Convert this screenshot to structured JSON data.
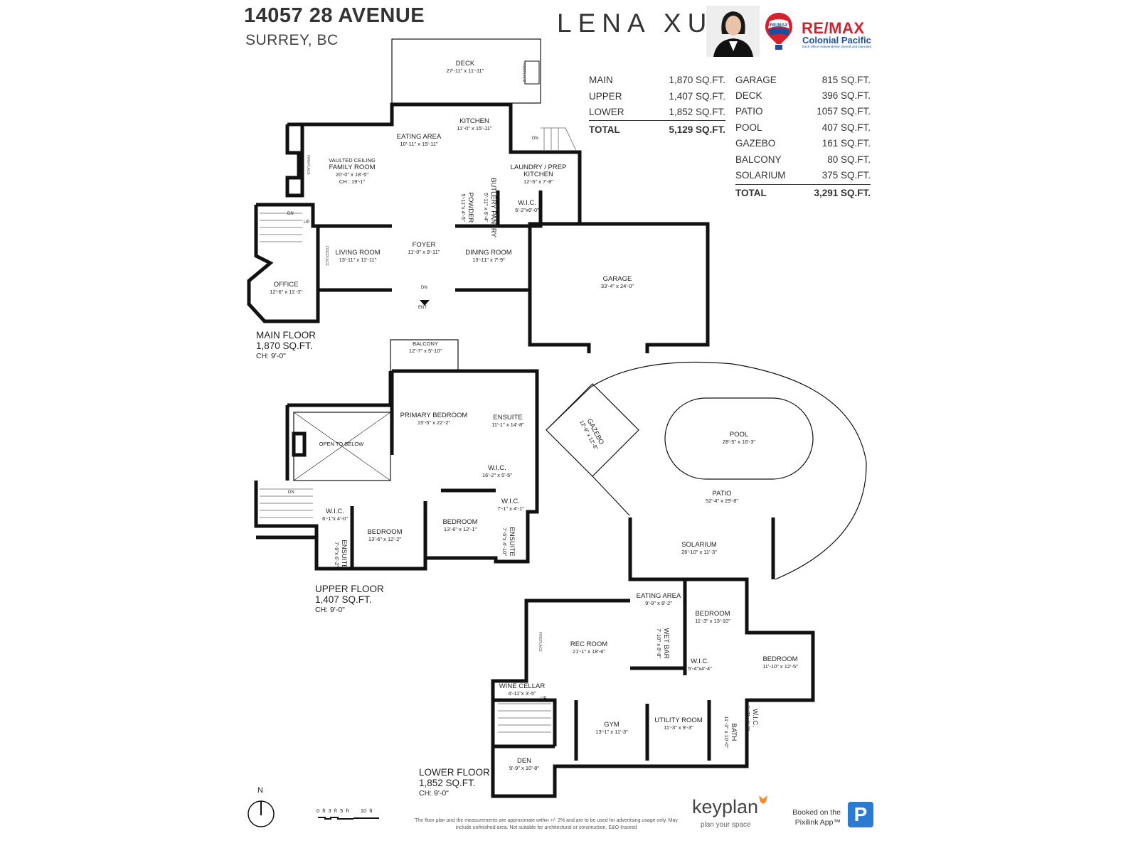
{
  "header": {
    "address": "14057 28 AVENUE",
    "city": "SURREY, BC",
    "agent": "LENA XU",
    "brokerage": {
      "name": "RE/MAX",
      "office": "Colonial Pacific",
      "tagline": "Each Office Independently Owned and Operated",
      "balloon_text": "RE/MAX"
    }
  },
  "areas": {
    "living": [
      {
        "label": "MAIN",
        "value": "1,870 SQ.FT."
      },
      {
        "label": "UPPER",
        "value": "1,407 SQ.FT."
      },
      {
        "label": "LOWER",
        "value": "1,852 SQ.FT."
      }
    ],
    "living_total": {
      "label": "TOTAL",
      "value": "5,129 SQ.FT."
    },
    "other": [
      {
        "label": "GARAGE",
        "value": "815 SQ.FT."
      },
      {
        "label": "DECK",
        "value": "396 SQ.FT."
      },
      {
        "label": "PATIO",
        "value": "1057 SQ.FT."
      },
      {
        "label": "POOL",
        "value": "407 SQ.FT."
      },
      {
        "label": "GAZEBO",
        "value": "161 SQ.FT."
      },
      {
        "label": "BALCONY",
        "value": "80 SQ.FT."
      },
      {
        "label": "SOLARIUM",
        "value": "375 SQ.FT."
      }
    ],
    "other_total": {
      "label": "TOTAL",
      "value": "3,291 SQ.FT."
    }
  },
  "floors": [
    {
      "name": "MAIN FLOOR",
      "area": "1,870 SQ.FT.",
      "ch": "CH: 9'-0\""
    },
    {
      "name": "UPPER FLOOR",
      "area": "1,407 SQ.FT.",
      "ch": "CH: 9'-0\""
    },
    {
      "name": "LOWER FLOOR",
      "area": "1,852 SQ.FT.",
      "ch": "CH: 9'-0\""
    }
  ],
  "rooms": [
    {
      "name": "DECK",
      "dims": "27'-11\" x 11'-11\""
    },
    {
      "name": "KITCHEN",
      "dims": "11'-0\" x 15'-11\""
    },
    {
      "name": "EATING AREA",
      "dims": "10'-11\" x 15'-11\""
    },
    {
      "name": "FAMILY ROOM",
      "dims": "20'-0\" x 18'-5\"",
      "note": "VAULTED CEILING",
      "ch": "CH : 19'-1\""
    },
    {
      "name": "LAUNDRY / PREP KITCHEN",
      "dims": "12'-5\" x 7'-8\""
    },
    {
      "name": "POWDER",
      "dims": "5'-11\"x 4'-5\""
    },
    {
      "name": "BUTLERY PANTRY",
      "dims": "5'-11\" x 6'-4\""
    },
    {
      "name": "W.I.C.",
      "dims": "5'-2\"x6'-0\""
    },
    {
      "name": "LIVING ROOM",
      "dims": "13'-11\" x 11'-11\""
    },
    {
      "name": "FOYER",
      "dims": "11'-0\" x 9'-11\""
    },
    {
      "name": "DINING ROOM",
      "dims": "13'-11\" x 7'-9\""
    },
    {
      "name": "GARAGE",
      "dims": "33'-4\" x 24'-0\""
    },
    {
      "name": "OFFICE",
      "dims": "12'-6\" x 11'-3\""
    },
    {
      "name": "BALCONY",
      "dims": "12'-7\" x 5'-10\""
    },
    {
      "name": "PRIMARY BEDROOM",
      "dims": "15'-5\" x 22'-2\""
    },
    {
      "name": "ENSUITE",
      "dims": "11'-1\" x 14'-8\""
    },
    {
      "name": "OPEN TO BELOW",
      "dims": ""
    },
    {
      "name": "W.I.C.",
      "dims": "16'-2\" x 5'-5\""
    },
    {
      "name": "W.I.C.",
      "dims": "6'-1\"x 4'-0\""
    },
    {
      "name": "BEDROOM",
      "dims": "13'-6\" x 12'-2\""
    },
    {
      "name": "BEDROOM",
      "dims": "13'-6\" x 12'-1\""
    },
    {
      "name": "W.I.C.",
      "dims": "7'-1\" x 4'-1\""
    },
    {
      "name": "ENSUITE",
      "dims": "7'-9\"x 6'-2\""
    },
    {
      "name": "ENSUITE",
      "dims": "7'-5\"x 4'-10\""
    },
    {
      "name": "GAZEBO",
      "dims": "12'-9\" x 12'-8\""
    },
    {
      "name": "POOL",
      "dims": "28'-5\" x 16'-3\""
    },
    {
      "name": "PATIO",
      "dims": "52'-4\" x 29'-8\""
    },
    {
      "name": "SOLARIUM",
      "dims": "26'-10\" x 11'-3\""
    },
    {
      "name": "EATING AREA",
      "dims": "9'-9\" x 8'-2\""
    },
    {
      "name": "BEDROOM",
      "dims": "11'-3\" x 13'-10\""
    },
    {
      "name": "REC ROOM",
      "dims": "21'-1\" x 18'-6\""
    },
    {
      "name": "WET BAR",
      "dims": "7'-10\" x 8'-8\""
    },
    {
      "name": "W.I.C.",
      "dims": "5'-4\"x4'-4\""
    },
    {
      "name": "BEDROOM",
      "dims": "11'-10\" x 12'-5\""
    },
    {
      "name": "WINE CELLAR",
      "dims": "4'-11\"x 3'-5\""
    },
    {
      "name": "GYM",
      "dims": "13'-1\" x 11'-3\""
    },
    {
      "name": "UTILITY ROOM",
      "dims": "11'-3\" x 9'-3\""
    },
    {
      "name": "BATH",
      "dims": "11'-3\" x 10'-0\""
    },
    {
      "name": "W.I.C.",
      "dims": "6'-7\"x 4'-7\""
    },
    {
      "name": "DEN",
      "dims": "9'-9\" x 10'-8\""
    }
  ],
  "plan_marks": {
    "entry": "ENT",
    "dn": "DN",
    "up": "UP",
    "fireplace": "FIREPLACE"
  },
  "footer": {
    "north": "N",
    "scale": [
      "0 ft",
      "3 ft",
      "5 ft",
      "10 ft"
    ],
    "disclaimer": "The floor plan and the measurements are approximate within +/- 2% and are to be used for advertising usage only. May include unfinished area. Not suitable for architectural or construction. E&O Insured",
    "keyplan": "keyplan",
    "keyplan_tagline": "plan your space",
    "pixilink": "Booked on the Pixilink App™",
    "pixilink_logo": "P"
  },
  "colors": {
    "remax_red": "#d5212e",
    "remax_blue": "#1b4f9c",
    "keyplan_orange": "#f28c28",
    "pixilink_blue": "#2a7bd1"
  }
}
